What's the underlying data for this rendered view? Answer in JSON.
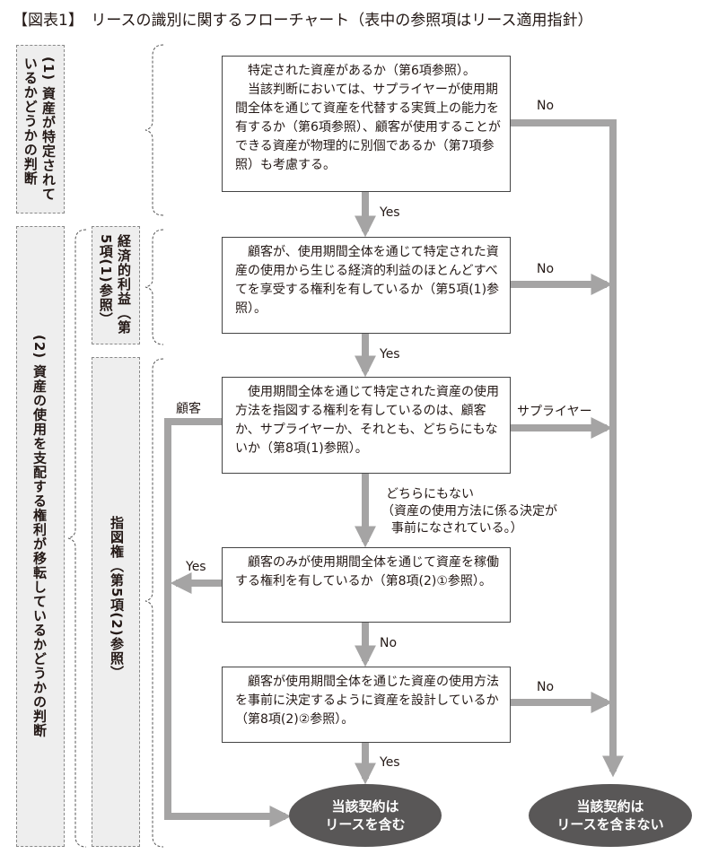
{
  "title": "【図表1】　リースの識別に関するフローチャート（表中の参照項はリース適用指針）",
  "sections": {
    "s1": "(1) 資産が特定されているかどうかの判断",
    "s2": "(2) 資産の使用を支配する権利が移転しているかどうかの判断",
    "econ": "経済的利益（第5項(1)参照）",
    "direct": "指図権（第5項(2)参照）"
  },
  "boxes": {
    "b1_line1": "特定された資産があるか（第6項参照）。",
    "b1_line2": "当該判断においては、サプライヤーが使用期間全体を通じて資産を代替する実質上の能力を有するか（第6項参照）、顧客が使用することができる資産が物理的に別個であるか（第7項参照）も考慮する。",
    "b2": "顧客が、使用期間全体を通じて特定された資産の使用から生じる経済的利益のほとんどすべてを享受する権利を有しているか（第5項(1)参照）。",
    "b3": "使用期間全体を通じて特定された資産の使用方法を指図する権利を有しているのは、顧客か、サプライヤーか、それとも、どちらにもないか（第8項(1)参照）。",
    "b4": "顧客のみが使用期間全体を通じて資産を稼働する権利を有しているか（第8項(2)①参照）。",
    "b5": "顧客が使用期間全体を通じた資産の使用方法を事前に決定するように資産を設計しているか（第8項(2)②参照）。"
  },
  "labels": {
    "no1": "No",
    "yes1": "Yes",
    "no2": "No",
    "yes2": "Yes",
    "customer": "顧客",
    "supplier": "サプライヤー",
    "neither_1": "どちらにもない",
    "neither_2": "（資産の使用方法に係る決定が",
    "neither_3": "事前になされている。）",
    "yes4": "Yes",
    "no4": "No",
    "no5": "No",
    "yes5": "Yes"
  },
  "terminals": {
    "contains_1": "当該契約は",
    "contains_2": "リースを含む",
    "notcontains_1": "当該契約は",
    "notcontains_2": "リースを含まない"
  },
  "colors": {
    "arrow": "#a5a4a4",
    "terminal": "#595757",
    "panel": "#eeeeee"
  }
}
